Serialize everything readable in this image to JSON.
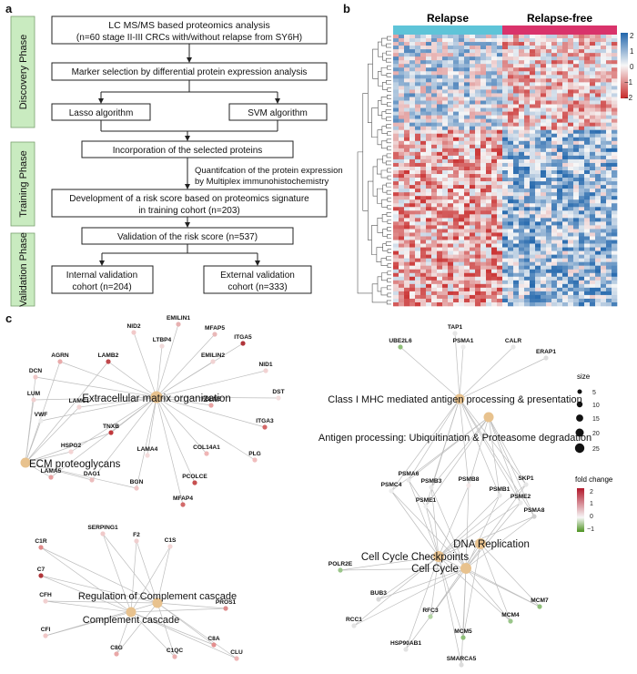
{
  "figure": {
    "panel_a": {
      "letter": "a",
      "phases": [
        "Discovery Phase",
        "Training Phase",
        "Validation Phase"
      ],
      "boxes": {
        "lcms_line1": "LC MS/MS based proteomics analysis",
        "lcms_line2": "(n=60 stage II-III CRCs with/without relapse from SY6H)",
        "marker": "Marker selection by differential protein expression analysis",
        "lasso": "Lasso algorithm",
        "svm": "SVM algorithm",
        "incorporation": "Incorporation of the selected proteins",
        "quant_line1": "Quantifcation of the protein expression",
        "quant_line2": "by Multiplex immunohistochemistry",
        "risk_line1": "Development of a risk score based on proteomics signature",
        "risk_line2": "in training cohort (n=203)",
        "validation": "Validation of the risk score (n=537)",
        "internal_line1": "Internal validation",
        "internal_line2": "cohort  (n=204)",
        "external_line1": "External validation",
        "external_line2": "cohort (n=333)"
      }
    },
    "panel_b": {
      "letter": "b",
      "group_labels": [
        "Relapse",
        "Relapse-free"
      ],
      "group_colors": [
        "#5ec4d8",
        "#d9336b"
      ],
      "colorbar_ticks": [
        "2",
        "1",
        "0",
        "−1",
        "−2"
      ],
      "colorbar_colors": {
        "high": "#2166ac",
        "mid": "#f7f7f7",
        "low": "#c82a2a"
      }
    },
    "panel_c": {
      "letter": "c",
      "ecm": {
        "hubs": [
          "Extracellular matrix organization",
          "ECM proteoglycans"
        ],
        "genes": [
          "NID2",
          "EMILIN1",
          "MFAP5",
          "ITGA5",
          "LTBP4",
          "EMILIN2",
          "NID1",
          "AGRN",
          "LAMB2",
          "DCN",
          "DST",
          "LUM",
          "LAMC1",
          "FBLN5",
          "VWF",
          "TNXB",
          "ITGA3",
          "PLG",
          "COL14A1",
          "HSPG2",
          "LAMA4",
          "PCOLCE",
          "LAMA5",
          "DAG1",
          "BGN",
          "MFAP4"
        ]
      },
      "complement": {
        "hubs": [
          "Regulation of Complement cascade",
          "Complement cascade"
        ],
        "genes": [
          "SERPING1",
          "F2",
          "C1S",
          "C1R",
          "C7",
          "CFH",
          "PROS1",
          "CFI",
          "C8G",
          "C1QC",
          "C8A",
          "CLU"
        ]
      },
      "mhc": {
        "hubs": [
          "Class I MHC mediated antigen processing & presentation",
          "Antigen processing: Ubiquitination & Proteasome degradation"
        ],
        "genes": [
          "TAP1",
          "UBE2L6",
          "PSMA1",
          "CALR",
          "ERAP1",
          "PSMA6",
          "PSMC4",
          "PSMB3",
          "PSMB8",
          "SKP1",
          "PSMB1",
          "PSME2",
          "PSME1",
          "PSMA8"
        ]
      },
      "cellcycle": {
        "hubs": [
          "DNA Replication",
          "Cell Cycle Checkpoints",
          "Cell Cycle"
        ],
        "genes": [
          "POLR2E",
          "BUB3",
          "RCC1",
          "RFC3",
          "MCM7",
          "MCM4",
          "MCM5",
          "HSP90AB1",
          "SMARCA5"
        ]
      },
      "legend": {
        "size_title": "size",
        "size_values": [
          "5",
          "10",
          "15",
          "20",
          "25"
        ],
        "fold_title": "fold change",
        "fold_ticks": [
          "2",
          "1",
          "0",
          "−1"
        ],
        "fold_colors": {
          "high": "#b2182b",
          "mid": "#f7f7f7",
          "low": "#4d9221"
        }
      }
    }
  }
}
